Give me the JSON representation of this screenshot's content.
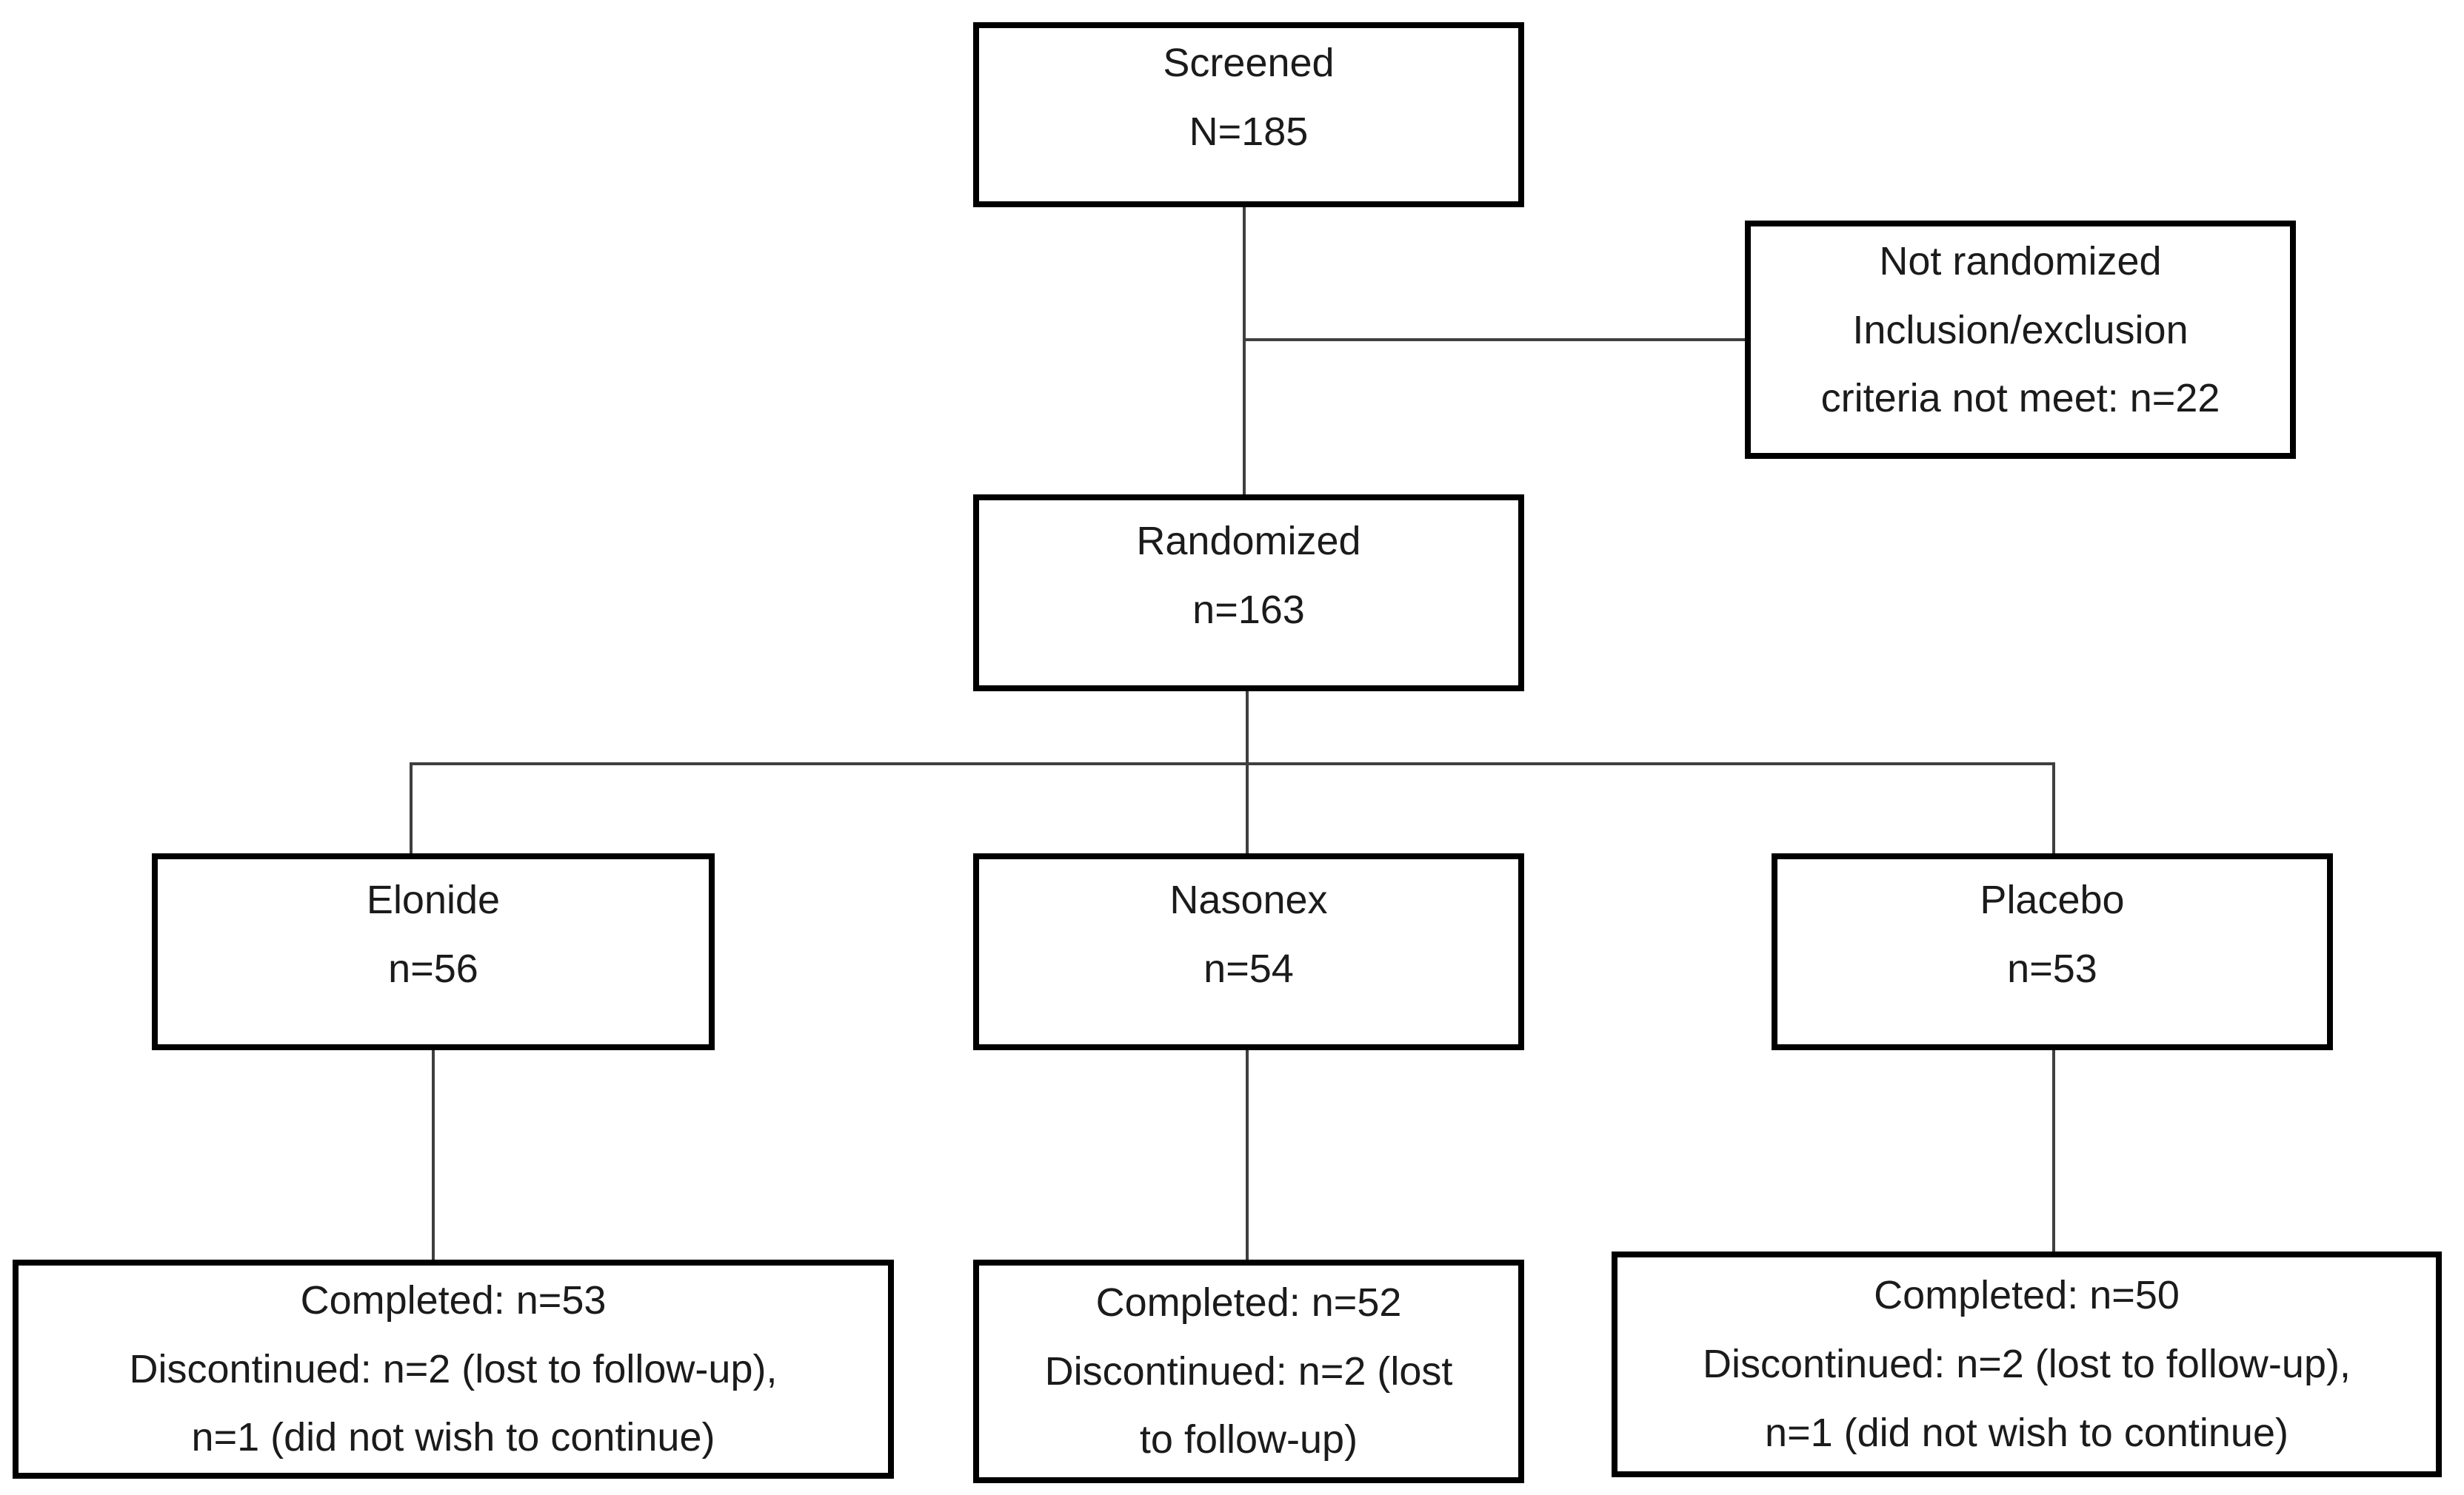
{
  "colors": {
    "box_border": "#000000",
    "text": "#1b1b1b",
    "background": "#ffffff",
    "connector": "#3f3f3f"
  },
  "boxes": {
    "screened": {
      "lines": [
        "Screened",
        "N=185"
      ]
    },
    "not_randomized": {
      "lines": [
        "Not randomized",
        "Inclusion/exclusion",
        "criteria not meet: n=22"
      ]
    },
    "randomized": {
      "lines": [
        "Randomized",
        "n=163"
      ]
    },
    "arm_elonide": {
      "lines": [
        "Elonide",
        "n=56"
      ]
    },
    "arm_nasonex": {
      "lines": [
        "Nasonex",
        "n=54"
      ]
    },
    "arm_placebo": {
      "lines": [
        "Placebo",
        "n=53"
      ]
    },
    "outcome_elonide": {
      "lines": [
        "Completed: n=53",
        "Discontinued: n=2 (lost to follow-up),",
        "n=1 (did not wish to continue)"
      ]
    },
    "outcome_nasonex": {
      "lines": [
        "Completed: n=52",
        "Discontinued: n=2 (lost",
        "to follow-up)"
      ]
    },
    "outcome_placebo": {
      "lines": [
        "Completed: n=50",
        "Discontinued: n=2 (lost to follow-up),",
        "n=1 (did not wish to continue)"
      ]
    }
  }
}
